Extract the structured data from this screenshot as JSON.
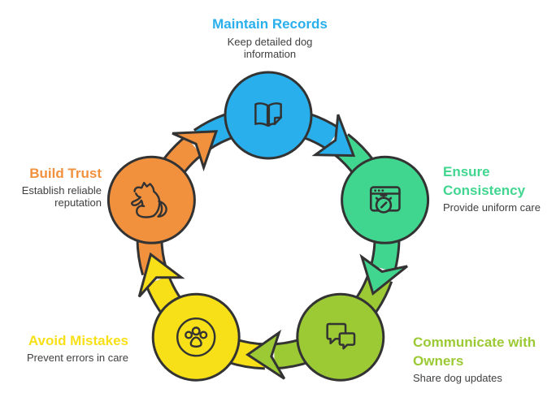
{
  "diagram": {
    "background_color": "#ffffff",
    "outline_color": "#333333",
    "subtitle_color": "#404040",
    "nodes": [
      {
        "id": "maintain-records",
        "title": "Maintain Records",
        "subtitle": "Keep detailed dog information",
        "color": "#29AFEC",
        "icon": "open-book-icon"
      },
      {
        "id": "ensure-consistency",
        "title": "Ensure Consistency",
        "subtitle": "Provide uniform care",
        "color": "#41D68F",
        "icon": "schedule-timer-icon"
      },
      {
        "id": "communicate-with-owners",
        "title": "Communicate with Owners",
        "subtitle": "Share dog updates",
        "color": "#9BCA34",
        "icon": "chat-bubbles-icon"
      },
      {
        "id": "avoid-mistakes",
        "title": "Avoid Mistakes",
        "subtitle": "Prevent errors in care",
        "color": "#F7E017",
        "icon": "paw-icon"
      },
      {
        "id": "build-trust",
        "title": "Build Trust",
        "subtitle": "Establish reliable reputation",
        "color": "#F1913E",
        "icon": "dog-icon"
      }
    ]
  }
}
